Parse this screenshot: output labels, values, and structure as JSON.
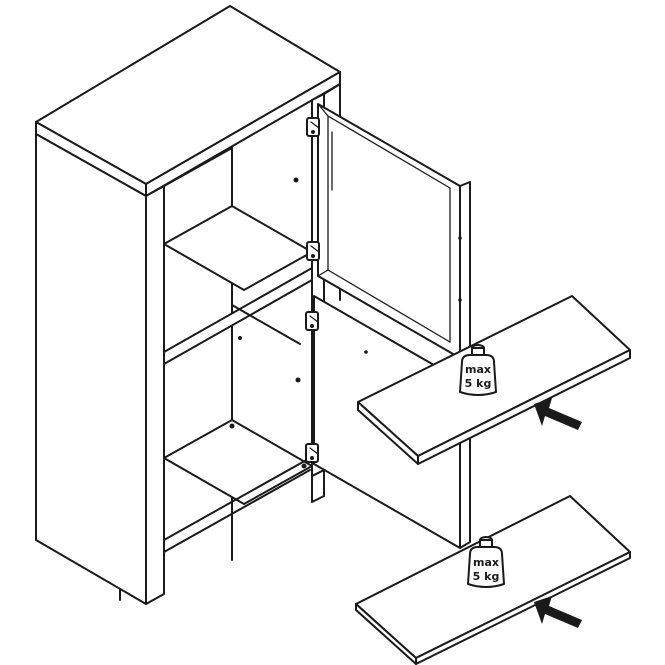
{
  "colors": {
    "line": "#1a1a1a",
    "background": "#ffffff",
    "weight_fill": "#ffffff"
  },
  "shelves": [
    {
      "weight_label_line1": "max",
      "weight_label_line2": "5 kg",
      "icon": "weight-icon",
      "arrow": "insert-arrow-icon"
    },
    {
      "weight_label_line1": "max",
      "weight_label_line2": "5 kg",
      "icon": "weight-icon",
      "arrow": "insert-arrow-icon"
    }
  ]
}
